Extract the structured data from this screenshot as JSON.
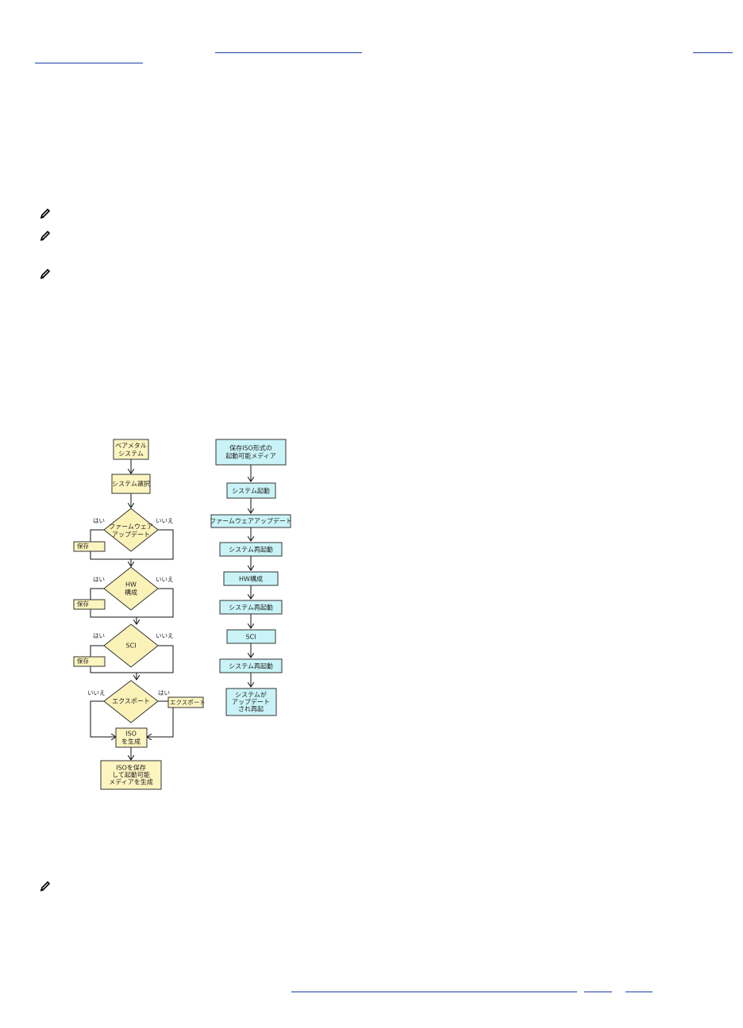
{
  "left_flow": {
    "start": [
      "ベアメタル",
      "システム"
    ],
    "select": "システム選択",
    "fw_decision": [
      "ファームウェア",
      "アップデート"
    ],
    "hw_decision": [
      "HW",
      "構成"
    ],
    "sci_decision": "SCI",
    "export_decision": "エクスポート",
    "iso": [
      "ISO",
      "を生成"
    ],
    "end": [
      "ISOを保存",
      "して起動可能",
      "メディアを生成"
    ],
    "yes": "はい",
    "no": "いいえ",
    "save": "保存",
    "export_box": "エクスポート"
  },
  "right_flow": {
    "start": [
      "保存ISO形式の",
      "起動可能メディア"
    ],
    "boot": "システム起動",
    "fw_update": "ファームウェアアップデート",
    "reboot1": "システム再起動",
    "hw_config": "HW構成",
    "reboot2": "システム再起動",
    "sci": "SCI",
    "reboot3": "システム再起動",
    "end": [
      "システムが",
      "アップデート",
      "され再起"
    ]
  },
  "colors": {
    "link": "#1a3fa8",
    "left_fill": "#fdf5c0",
    "right_fill": "#c9f3f7",
    "diamond_fill": "#fbf2b8"
  },
  "icons": [
    "note-icon",
    "note-icon",
    "note-icon",
    "note-icon"
  ]
}
